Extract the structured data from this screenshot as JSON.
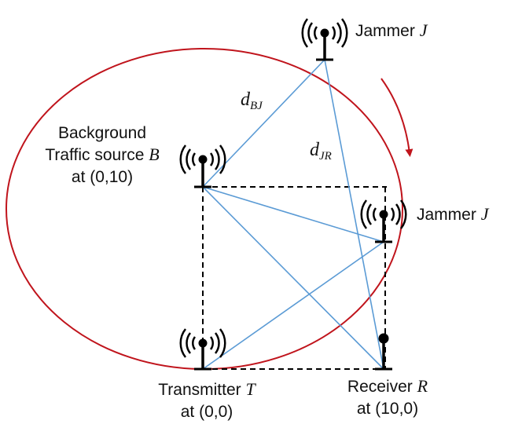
{
  "colors": {
    "circle": "#c0141c",
    "link": "#5b9bd5",
    "dashed": "#000000",
    "antenna": "#000000",
    "text": "#111111"
  },
  "nodes": {
    "jammer_top": {
      "label": "Jammer",
      "symbol": "J"
    },
    "jammer_right": {
      "label": "Jammer",
      "symbol": "J"
    },
    "background": {
      "line1": "Background",
      "line2": "Traffic source",
      "symbol": "B",
      "coord": "at (0,10)"
    },
    "transmitter": {
      "label": "Transmitter",
      "symbol": "T",
      "coord": "at (0,0)"
    },
    "receiver": {
      "label": "Receiver",
      "symbol": "R",
      "coord": "at (10,0)"
    }
  },
  "distances": {
    "d_bj": {
      "base": "d",
      "sub": "BJ"
    },
    "d_jr": {
      "base": "d",
      "sub": "JR"
    }
  },
  "icons": {
    "antenna": "radio-antenna-icon",
    "arrow": "rotation-arrow-icon"
  }
}
